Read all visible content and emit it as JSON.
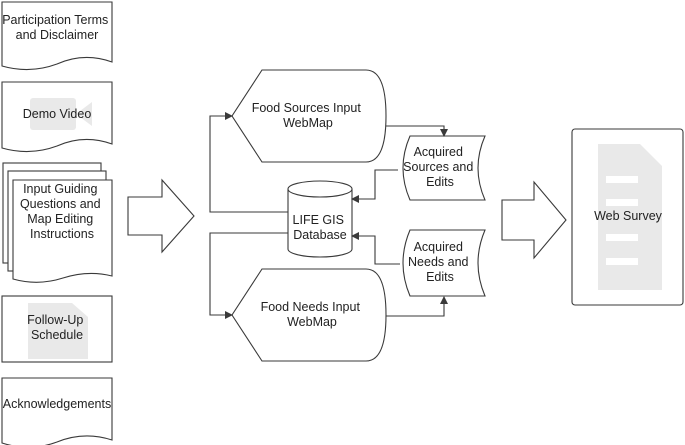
{
  "left_panels": {
    "terms": [
      "Participation Terms",
      "and Disclaimer"
    ],
    "demo_video": [
      "Demo Video"
    ],
    "guiding": [
      "Input Guiding",
      "Questions and",
      "Map Editing",
      "Instructions"
    ],
    "followup": [
      "Follow-Up",
      "Schedule"
    ],
    "acknowledgements": [
      "Acknowledgements"
    ]
  },
  "center": {
    "sources_webmap": [
      "Food Sources Input",
      "WebMap"
    ],
    "needs_webmap": [
      "Food Needs Input",
      "WebMap"
    ],
    "database": [
      "LIFE GIS",
      "Database"
    ],
    "acquired_sources": [
      "Acquired",
      "Sources and",
      "Edits"
    ],
    "acquired_needs": [
      "Acquired",
      "Needs and",
      "Edits"
    ]
  },
  "right": {
    "web_survey": [
      "Web Survey"
    ]
  }
}
